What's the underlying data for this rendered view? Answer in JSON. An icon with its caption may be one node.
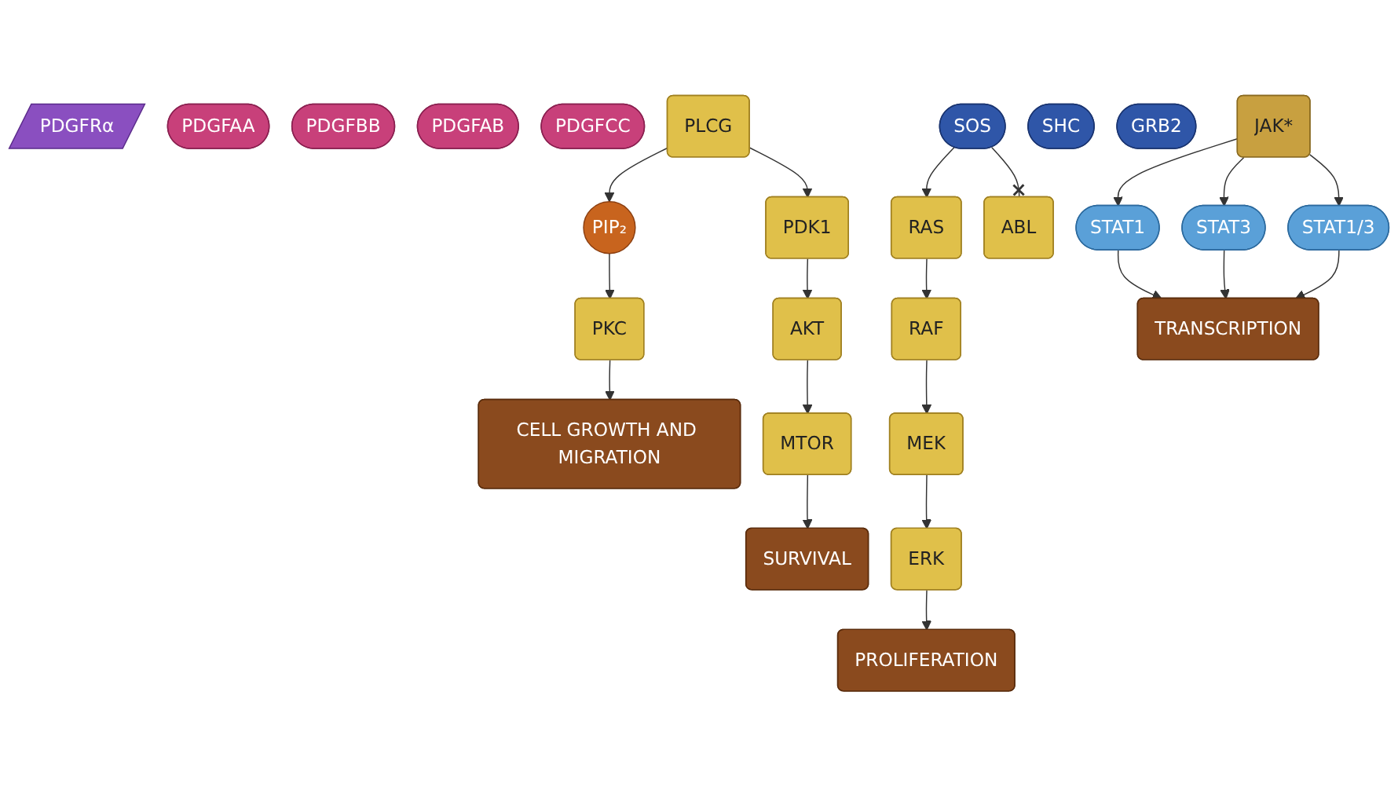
{
  "diagram": {
    "nodes": [
      {
        "text": [
          "PDGFRα"
        ]
      },
      {
        "text": [
          "PDGFAA"
        ]
      },
      {
        "text": [
          "PDGFBB"
        ]
      },
      {
        "text": [
          "PDGFAB"
        ]
      },
      {
        "text": [
          "PDGFCC"
        ]
      },
      {
        "text": [
          "PIP₂"
        ]
      },
      {
        "text": [
          "PLCG"
        ]
      },
      {
        "text": [
          "JAK*"
        ]
      },
      {
        "text": [
          "SHC"
        ]
      },
      {
        "text": [
          "GRB2"
        ]
      },
      {
        "text": [
          "SOS"
        ]
      },
      {
        "text": [
          "RAS"
        ]
      },
      {
        "text": [
          "PDK1"
        ]
      },
      {
        "text": [
          "STAT1"
        ]
      },
      {
        "text": [
          "RAF"
        ]
      },
      {
        "text": [
          "PKC"
        ]
      },
      {
        "text": [
          "AKT"
        ]
      },
      {
        "text": [
          "STAT3"
        ]
      },
      {
        "text": [
          "ABL"
        ]
      },
      {
        "text": [
          "MEK"
        ]
      },
      {
        "text": [
          "STAT1/3"
        ]
      },
      {
        "text": [
          "ERK"
        ]
      },
      {
        "text": [
          "MTOR"
        ]
      },
      {
        "text": [
          "CELL GROWTH AND MIGRATION"
        ]
      },
      {
        "text": [
          "TRANSCRIPTION"
        ]
      },
      {
        "text": [
          "SURVIVAL"
        ]
      },
      {
        "text": [
          "PROLIFERATION"
        ]
      }
    ],
    "edges": [
      {
        "from": 6,
        "to": 5,
        "arrow": "to"
      },
      {
        "from": 5,
        "to": 15,
        "arrow": "to"
      },
      {
        "from": 6,
        "to": 12,
        "arrow": "to"
      },
      {
        "from": 12,
        "to": 16,
        "arrow": "to"
      },
      {
        "from": 16,
        "to": 22,
        "arrow": "to"
      },
      {
        "from": 15,
        "to": 23,
        "arrow": "to"
      },
      {
        "from": 22,
        "to": 25,
        "arrow": "to"
      },
      {
        "from": 7,
        "to": 13,
        "arrow": "to"
      },
      {
        "from": 7,
        "to": 17,
        "arrow": "to"
      },
      {
        "from": 7,
        "to": 20,
        "arrow": "to"
      },
      {
        "from": 13,
        "to": 24,
        "arrow": "to"
      },
      {
        "from": 17,
        "to": 24,
        "arrow": "to"
      },
      {
        "from": 20,
        "to": 24,
        "arrow": "to"
      },
      {
        "from": 10,
        "to": 11,
        "arrow": "to"
      },
      {
        "from": 10,
        "to": 18,
        "arrow": "other"
      },
      {
        "from": 11,
        "to": 14,
        "arrow": "to"
      },
      {
        "from": 14,
        "to": 19,
        "arrow": "to"
      },
      {
        "from": 19,
        "to": 21,
        "arrow": "to"
      },
      {
        "from": 21,
        "to": 26,
        "arrow": "to"
      }
    ]
  }
}
